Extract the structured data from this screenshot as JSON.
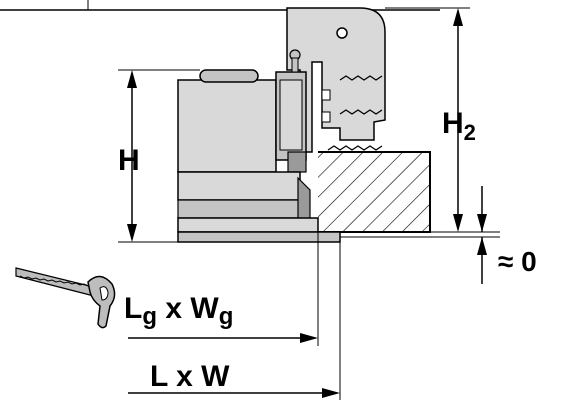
{
  "labels": {
    "height": "H",
    "height2_base": "H",
    "height2_sub": "2",
    "gap": "≈ 0",
    "cutout_L": "L",
    "cutout_L_sub": "g",
    "cutout_x": " x ",
    "cutout_W": "W",
    "cutout_W_sub": "g",
    "overall": "L x W"
  },
  "colors": {
    "line": "#000000",
    "housing_light": "#d9d9d9",
    "housing_mid": "#c4c4c4",
    "housing_dark": "#9a9a9a",
    "saw": "#bdbdbd"
  }
}
